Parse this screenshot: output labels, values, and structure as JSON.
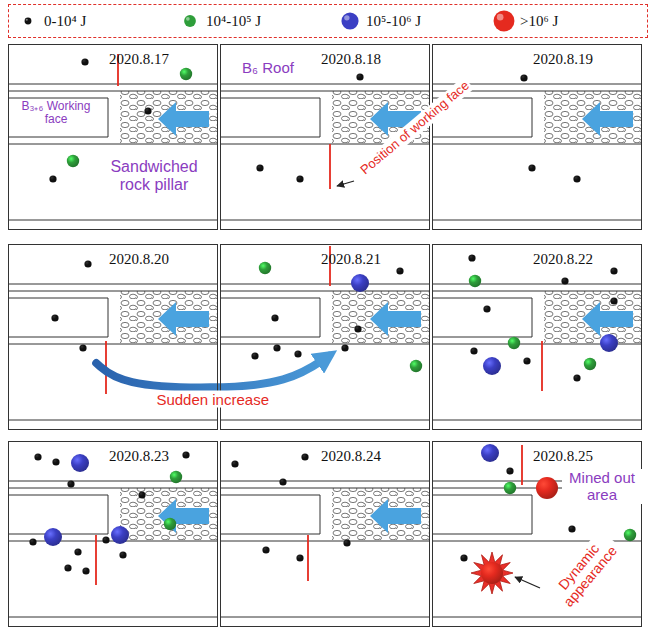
{
  "diagram": {
    "nodes": [
      {
        "text": [
          "2020.8.17"
        ]
      },
      {
        "text": [
          "2020.8.18"
        ]
      },
      {
        "text": [
          "2020.8.19"
        ]
      },
      {
        "text": [
          "2020.8.20"
        ]
      },
      {
        "text": [
          "2020.8.21"
        ]
      },
      {
        "text": [
          "2020.8.22"
        ]
      },
      {
        "text": [
          "2020.8.23"
        ]
      },
      {
        "text": [
          "2020.8.24"
        ]
      },
      {
        "text": [
          "2020.8.25"
        ]
      }
    ],
    "edges": [
      {
        "from": 3,
        "to": 4,
        "label": "Sudden increase",
        "arrow": "to"
      }
    ],
    "labels": [
      "B₃₊₆ Working face",
      "Sandwiched rock pillar",
      "B₆ Roof",
      "Position of working face",
      "Mined out area",
      "Dynamic appearance"
    ],
    "legend": [
      {
        "text": "0-10⁴ J",
        "color": "#111111"
      },
      {
        "text": "10⁴-10⁵ J",
        "color": "#2e9e3a"
      },
      {
        "text": "10⁵-10⁶ J",
        "color": "#3b3fc4"
      },
      {
        "text": ">10⁶ J",
        "color": "#e52a1f"
      }
    ]
  }
}
